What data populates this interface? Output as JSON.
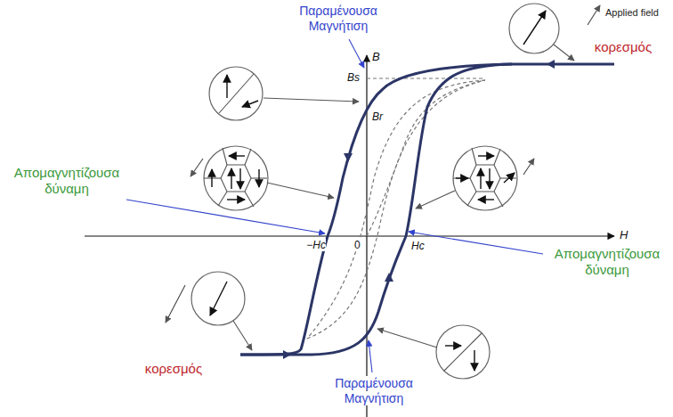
{
  "diagram": {
    "labels": [
      "Παραμένουσα Μαγνήτιση",
      "Applied field",
      "B",
      "Bs",
      "Br",
      "κορεσμός",
      "Απομαγνητίζουσα δύναμη",
      "−Hc",
      "0",
      "Hc",
      "H",
      "Απομαγνητίζουσα δύναμη",
      "κορεσμός",
      "Παραμένουσα Μαγνήτιση"
    ]
  }
}
